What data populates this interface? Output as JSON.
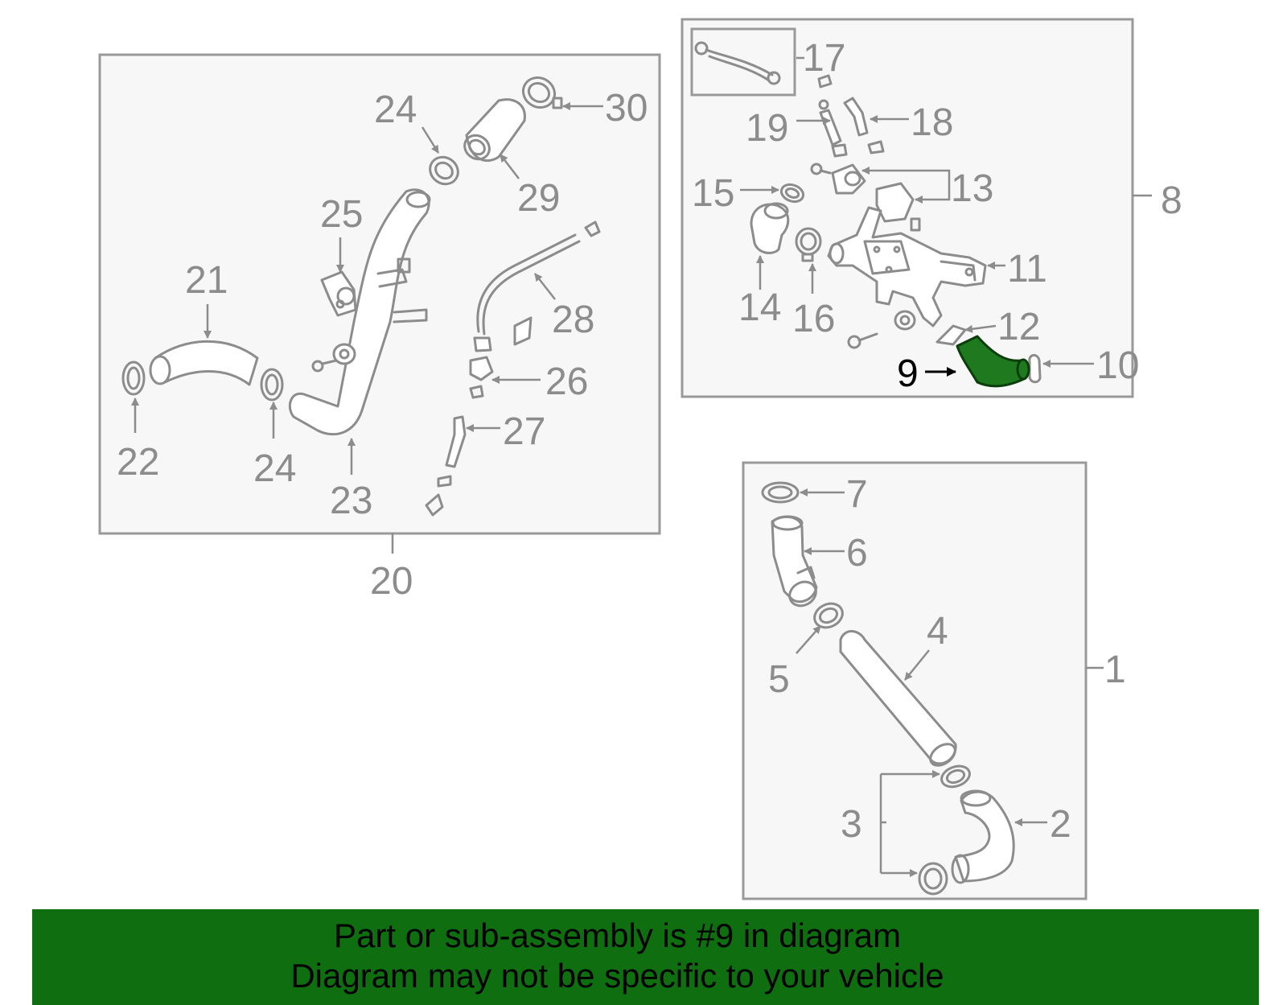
{
  "banner": {
    "line1": "Part or sub-assembly is #9 in diagram",
    "line2": "Diagram may not be specific to your vehicle"
  },
  "highlighted_part": "9",
  "colors": {
    "highlight_fill": "#1f7a1f",
    "banner_background": "#0f6e0f",
    "line_gray": "#8c8c8c"
  },
  "labels": {
    "l1": "1",
    "l2": "2",
    "l3": "3",
    "l4": "4",
    "l5": "5",
    "l6": "6",
    "l7": "7",
    "l8": "8",
    "l9": "9",
    "l10": "10",
    "l11": "11",
    "l12": "12",
    "l13": "13",
    "l14": "14",
    "l15": "15",
    "l16": "16",
    "l17": "17",
    "l18": "18",
    "l19": "19",
    "l20": "20",
    "l21": "21",
    "l22": "22",
    "l23": "23",
    "l24a": "24",
    "l24b": "24",
    "l25": "25",
    "l26": "26",
    "l27": "27",
    "l28": "28",
    "l29": "29",
    "l30": "30"
  }
}
